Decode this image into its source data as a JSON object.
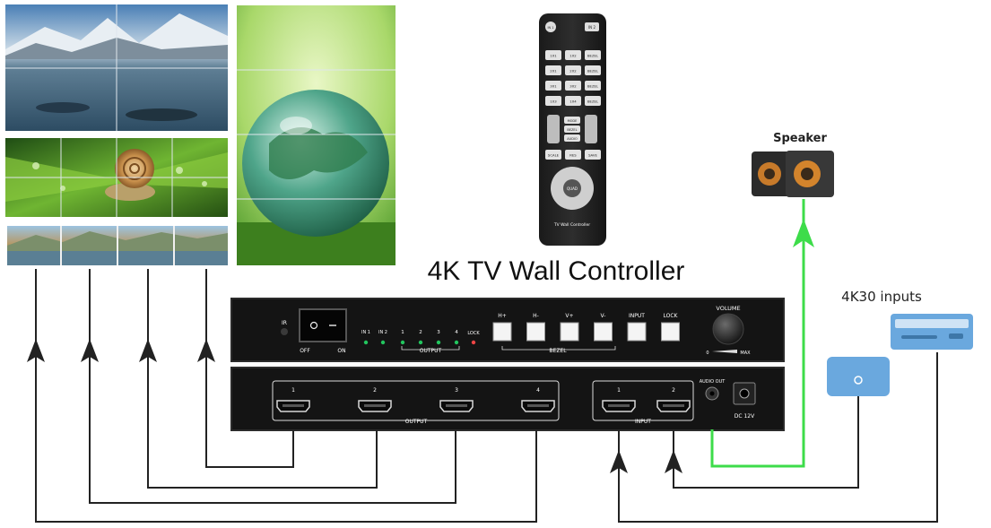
{
  "title": "4K TV Wall Controller",
  "speaker_label": "Speaker",
  "inputs_label": "4K30 inputs",
  "front_panel": {
    "ir": "IR",
    "off": "OFF",
    "on": "ON",
    "in1": "IN 1",
    "in2": "IN 2",
    "out_numbers": [
      "1",
      "2",
      "3",
      "4"
    ],
    "output_group": "OUTPUT",
    "lock_indicator": "LOCK",
    "buttons": [
      "H+",
      "H-",
      "V+",
      "V-",
      "INPUT",
      "LOCK"
    ],
    "bezel_group": "BEZEL",
    "volume": "VOLUME",
    "vol_min": "0",
    "vol_max": "MAX"
  },
  "rear_panel": {
    "output_ports": [
      "1",
      "2",
      "3",
      "4"
    ],
    "output_group": "OUTPUT",
    "input_ports": [
      "1",
      "2"
    ],
    "input_group": "INPUT",
    "audio_out": "AUDIO OUT",
    "dc": "DC 12V"
  },
  "remote": {
    "top_buttons": [
      "IN 1",
      "IN 2"
    ],
    "row_buttons": [
      "1X1",
      "1X2",
      "BEZEL",
      "2X1",
      "2X2",
      "BEZEL",
      "3X1",
      "3X2",
      "BEZEL",
      "1X3",
      "1X4",
      "BEZEL"
    ],
    "center_buttons": [
      "MODE",
      "BEZEL",
      "AUDIO"
    ],
    "bottom_buttons": [
      "SCALE",
      "RES",
      "SAVE"
    ],
    "dpad_center": "QUAD",
    "footer": "TV Wall Controller"
  },
  "colors": {
    "panel": "#141414",
    "panel_border": "#2b2b2b",
    "wire": "#222222",
    "audio_wire": "#3ddc4a",
    "source_blue": "#6aa8de",
    "led_green": "#22c55e",
    "led_red": "#ef4444"
  }
}
